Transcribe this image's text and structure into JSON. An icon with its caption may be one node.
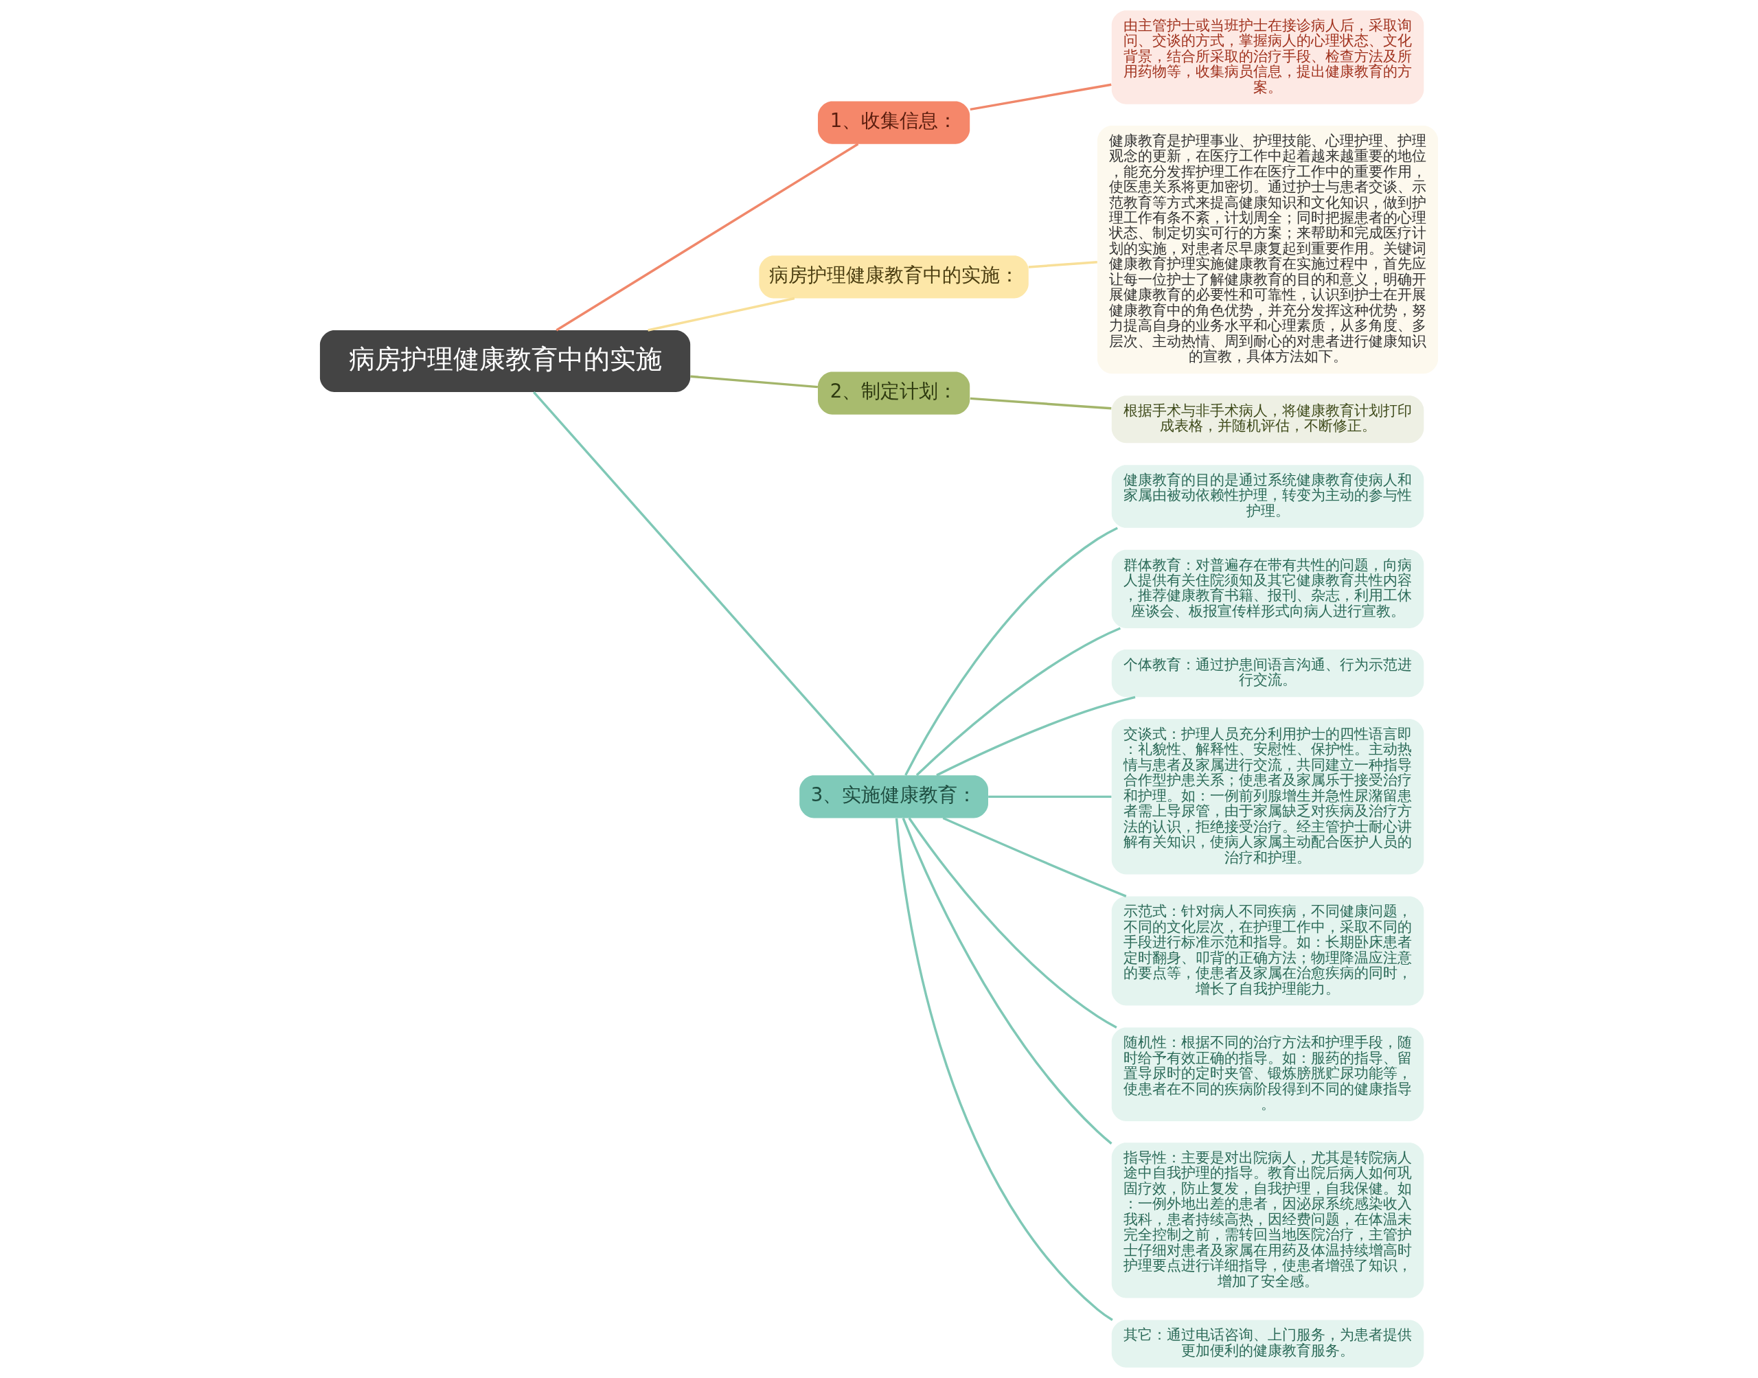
{
  "diagram": {
    "nodes": [
      {
        "text": [
          "病房护理健康教育中的实施"
        ]
      },
      {
        "text": [
          "1、收集信息："
        ]
      },
      {
        "text": [
          "由主管护士或当班护士在接诊病人后，采取询问、交谈的方式，掌握病人的心理状态、文化背景，结合所采取的治疗手段、检查方法及所用药物等，收集病员信息，提出健康教育的方案。"
        ]
      },
      {
        "text": [
          "病房护理健康教育中的实施："
        ]
      },
      {
        "text": [
          "健康教育是护理事业、护理技能、心理护理、护理观念的更新，在医疗工作中起着越来越重要的地位，能充分发挥护理工作在医疗工作中的重要作用，使医患关系将更加密切。通过护士与患者交谈、示范教育等方式来提高健康知识和文化知识，做到护理工作有条不紊，计划周全；同时把握患者的心理状态、制定切实可行的方案；来帮助和完成医疗计划的实施，对患者尽早康复起到重要作用。关键词健康教育护理实施健康教育在实施过程中，首先应让每一位护士了解健康教育的目的和意义，明确开展健康教育的必要性和可靠性，认识到护士在开展健康教育中的角色优势，并充分发挥这种优势，努力提高自身的业务水平和心理素质，从多角度、多层次、主动热情、周到耐心的对患者进行健康知识的宣教，具体方法如下。"
        ]
      },
      {
        "text": [
          "2、制定计划："
        ]
      },
      {
        "text": [
          "根据手术与非手术病人，将健康教育计划打印成表格，并随机评估，不断修正。"
        ]
      },
      {
        "text": [
          "3、实施健康教育："
        ]
      },
      {
        "text": [
          "健康教育的目的是通过系统健康教育使病人和家属由被动依赖性护理，转变为主动的参与性护理。"
        ]
      },
      {
        "text": [
          "群体教育：对普遍存在带有共性的问题，向病人提供有关住院须知及其它健康教育共性内容，推荐健康教育书籍、报刊、杂志，利用工休座谈会、板报宣传样形式向病人进行宣教。"
        ]
      },
      {
        "text": [
          "个体教育：通过护患间语言沟通、行为示范进行交流。"
        ]
      },
      {
        "text": [
          "交谈式：护理人员充分利用护士的四性语言即：礼貌性、解释性、安慰性、保护性。主动热情与患者及家属进行交流，共同建立一种指导合作型护患关系；使患者及家属乐于接受治疗和护理。如：一例前列腺增生并急性尿潴留患者需上导尿管，由于家属缺乏对疾病及治疗方法的认识，拒绝接受治疗。经主管护士耐心讲解有关知识，使病人家属主动配合医护人员的治疗和护理。"
        ]
      },
      {
        "text": [
          "示范式：针对病人不同疾病，不同健康问题，不同的文化层次，在护理工作中，采取不同的手段进行标准示范和指导。如：长期卧床患者定时翻身、叩背的正确方法；物理降温应注意的要点等，使患者及家属在治愈疾病的同时，增长了自我护理能力。"
        ]
      },
      {
        "text": [
          "随机性：根据不同的治疗方法和护理手段，随时给予有效正确的指导。如：服药的指导、留置导尿时的定时夹管、锻炼膀胱贮尿功能等，使患者在不同的疾病阶段得到不同的健康指导。"
        ]
      },
      {
        "text": [
          "指导性：主要是对出院病人，尤其是转院病人途中自我护理的指导。教育出院后病人如何巩固疗效，防止复发，自我护理，自我保健。如：一例外地出差的患者，因泌尿系统感染收入我科，患者持续高热，因经费问题，在体温未完全控制之前，需转回当地医院治疗，主管护士仔细对患者及家属在用药及体温持续增高时护理要点进行详细指导，使患者增强了知识，增加了安全感。"
        ]
      },
      {
        "text": [
          "其它：通过电话咨询、上门服务，为患者提供更加便利的健康教育服务。"
        ]
      }
    ],
    "edges": [
      {
        "from": 0,
        "to": 1,
        "arrow": "none",
        "color": "#f0876a"
      },
      {
        "from": 1,
        "to": 2,
        "arrow": "none",
        "color": "#f0876a"
      },
      {
        "from": 0,
        "to": 3,
        "arrow": "none",
        "color": "#f8df98"
      },
      {
        "from": 3,
        "to": 4,
        "arrow": "none",
        "color": "#f8df98"
      },
      {
        "from": 0,
        "to": 5,
        "arrow": "none",
        "color": "#a3b56a"
      },
      {
        "from": 5,
        "to": 6,
        "arrow": "none",
        "color": "#a3b56a"
      },
      {
        "from": 0,
        "to": 7,
        "arrow": "none"
      },
      {
        "from": 7,
        "to": 8,
        "arrow": "none"
      },
      {
        "from": 7,
        "to": 9,
        "arrow": "none"
      },
      {
        "from": 7,
        "to": 10,
        "arrow": "none"
      },
      {
        "from": 7,
        "to": 11,
        "arrow": "none"
      },
      {
        "from": 7,
        "to": 12,
        "arrow": "none"
      },
      {
        "from": 7,
        "to": 13,
        "arrow": "none"
      },
      {
        "from": 7,
        "to": 14,
        "arrow": "none"
      },
      {
        "from": 7,
        "to": 15,
        "arrow": "none"
      }
    ]
  }
}
